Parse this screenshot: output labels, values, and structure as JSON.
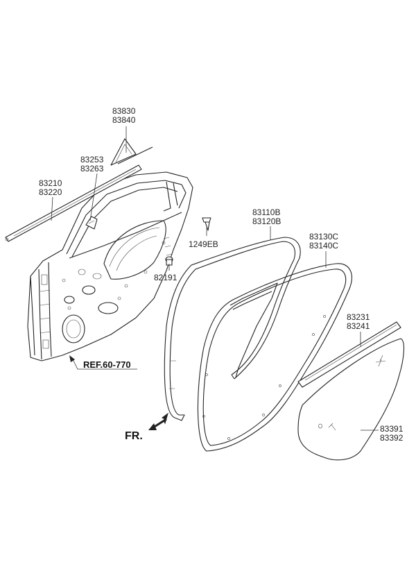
{
  "labels": {
    "p83830": "83830",
    "p83840": "83840",
    "p83253": "83253",
    "p83263": "83263",
    "p83210": "83210",
    "p83220": "83220",
    "p1249EB": "1249EB",
    "p82191": "82191",
    "p83110B": "83110B",
    "p83120B": "83120B",
    "p83130C": "83130C",
    "p83140C": "83140C",
    "p83231": "83231",
    "p83241": "83241",
    "p83391": "83391",
    "p83392": "83392",
    "ref": "REF.60-770",
    "front": "FR."
  }
}
